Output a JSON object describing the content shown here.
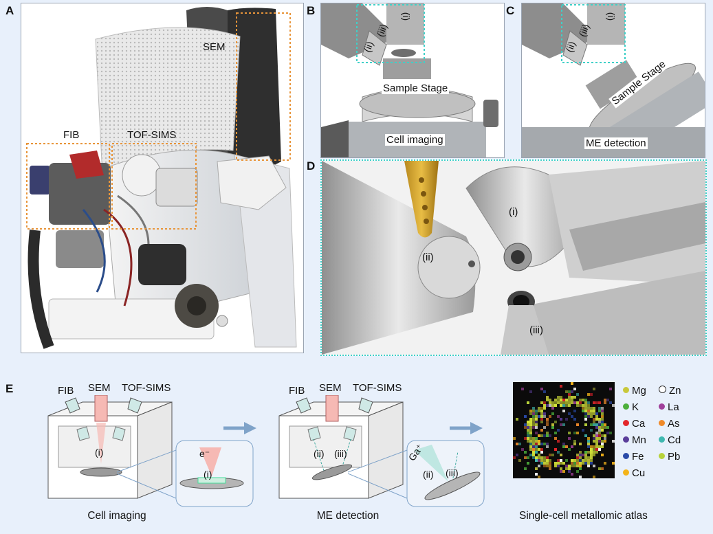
{
  "panels": {
    "A": {
      "letter": "A",
      "labels": {
        "sem": "SEM",
        "fib": "FIB",
        "tofsims": "TOF-SIMS"
      }
    },
    "B": {
      "letter": "B",
      "stage": "Sample Stage",
      "mode": "Cell imaging",
      "marks": [
        "(i)",
        "(ii)",
        "(iii)"
      ]
    },
    "C": {
      "letter": "C",
      "stage": "Sample Stage",
      "mode": "ME detection",
      "marks": [
        "(i)",
        "(ii)",
        "(iii)"
      ]
    },
    "D": {
      "letter": "D",
      "marks": {
        "i": "(i)",
        "ii": "(ii)",
        "iii": "(iii)"
      }
    },
    "E": {
      "letter": "E",
      "step1": {
        "fib": "FIB",
        "sem": "SEM",
        "tofsims": "TOF-SIMS",
        "mark": "(i)",
        "inset_beam": "e⁻",
        "inset_mark": "(i)",
        "caption": "Cell imaging"
      },
      "step2": {
        "fib": "FIB",
        "sem": "SEM",
        "tofsims": "TOF-SIMS",
        "mark_ii": "(ii)",
        "mark_iii": "(iii)",
        "inset_beam": "Ga⁺",
        "inset_ii": "(ii)",
        "inset_iii": "(iii)",
        "caption": "ME detection"
      },
      "atlas_caption": "Single-cell metallomic atlas",
      "legend": [
        {
          "label": "Mg",
          "color": "#c8c83a"
        },
        {
          "label": "Zn",
          "color": "#ffffff"
        },
        {
          "label": "K",
          "color": "#4caf3c"
        },
        {
          "label": "La",
          "color": "#a0409a"
        },
        {
          "label": "Ca",
          "color": "#e3262a"
        },
        {
          "label": "As",
          "color": "#f08a2a"
        },
        {
          "label": "Mn",
          "color": "#5a3d9a"
        },
        {
          "label": "Cd",
          "color": "#3fb8b0"
        },
        {
          "label": "Fe",
          "color": "#2a4aa8"
        },
        {
          "label": "Pb",
          "color": "#b7d23a"
        },
        {
          "label": "Cu",
          "color": "#f4b41a"
        }
      ]
    }
  }
}
